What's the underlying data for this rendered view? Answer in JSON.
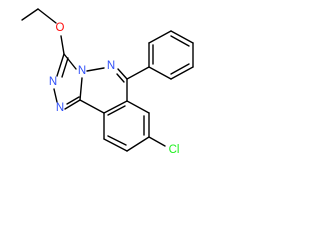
{
  "molecule": {
    "atoms": {
      "oxygen": {
        "symbol": "O",
        "color": "#ff0d0d"
      },
      "n_bridge": {
        "symbol": "N",
        "color": "#3050f8"
      },
      "n_ring": {
        "symbol": "N",
        "color": "#3050f8"
      },
      "n_triazole_1": {
        "symbol": "N",
        "color": "#3050f8"
      },
      "n_triazole_2": {
        "symbol": "N",
        "color": "#3050f8"
      },
      "chlorine": {
        "symbol": "Cl",
        "color": "#1ff01f"
      }
    },
    "bond_color": "#000000"
  }
}
